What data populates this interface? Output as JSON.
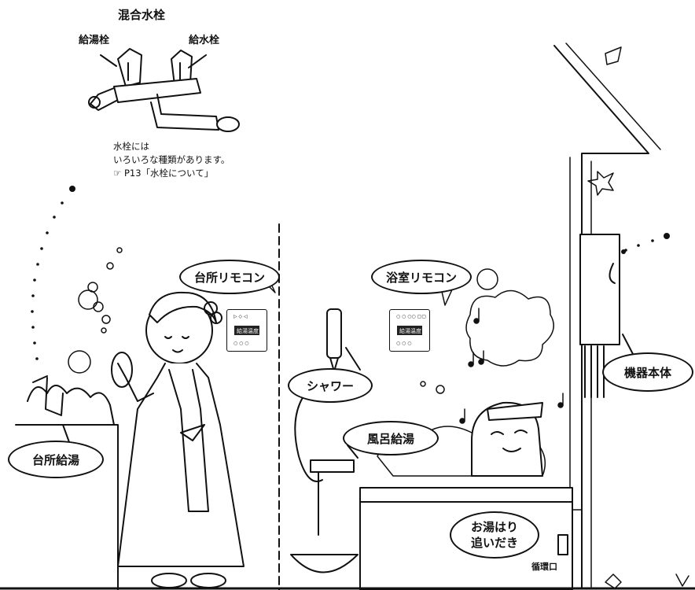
{
  "faucet": {
    "title": "混合水栓",
    "hot_label": "給湯栓",
    "cold_label": "給水栓",
    "note_line1": "水栓には",
    "note_line2": "いろいろな種類があります。",
    "note_ref": "P13「水栓について」"
  },
  "labels": {
    "kitchen_remote": "台所リモコン",
    "bath_remote": "浴室リモコン",
    "shower": "シャワー",
    "bath_supply": "風呂給湯",
    "kitchen_supply": "台所給湯",
    "unit": "機器本体",
    "refill_line1": "お湯はり",
    "refill_line2": "追いだき",
    "circulation_port": "循環口"
  },
  "remote_text": {
    "kitchen_top": "▷ ◇ ◁",
    "kitchen_screen": "給湯温度",
    "kitchen_bottom": "○ ○ ○",
    "bath_top": "○ ○ ○○ ▢▢",
    "bath_screen": "給湯温度",
    "bath_bottom": "○ ○ ○"
  }
}
